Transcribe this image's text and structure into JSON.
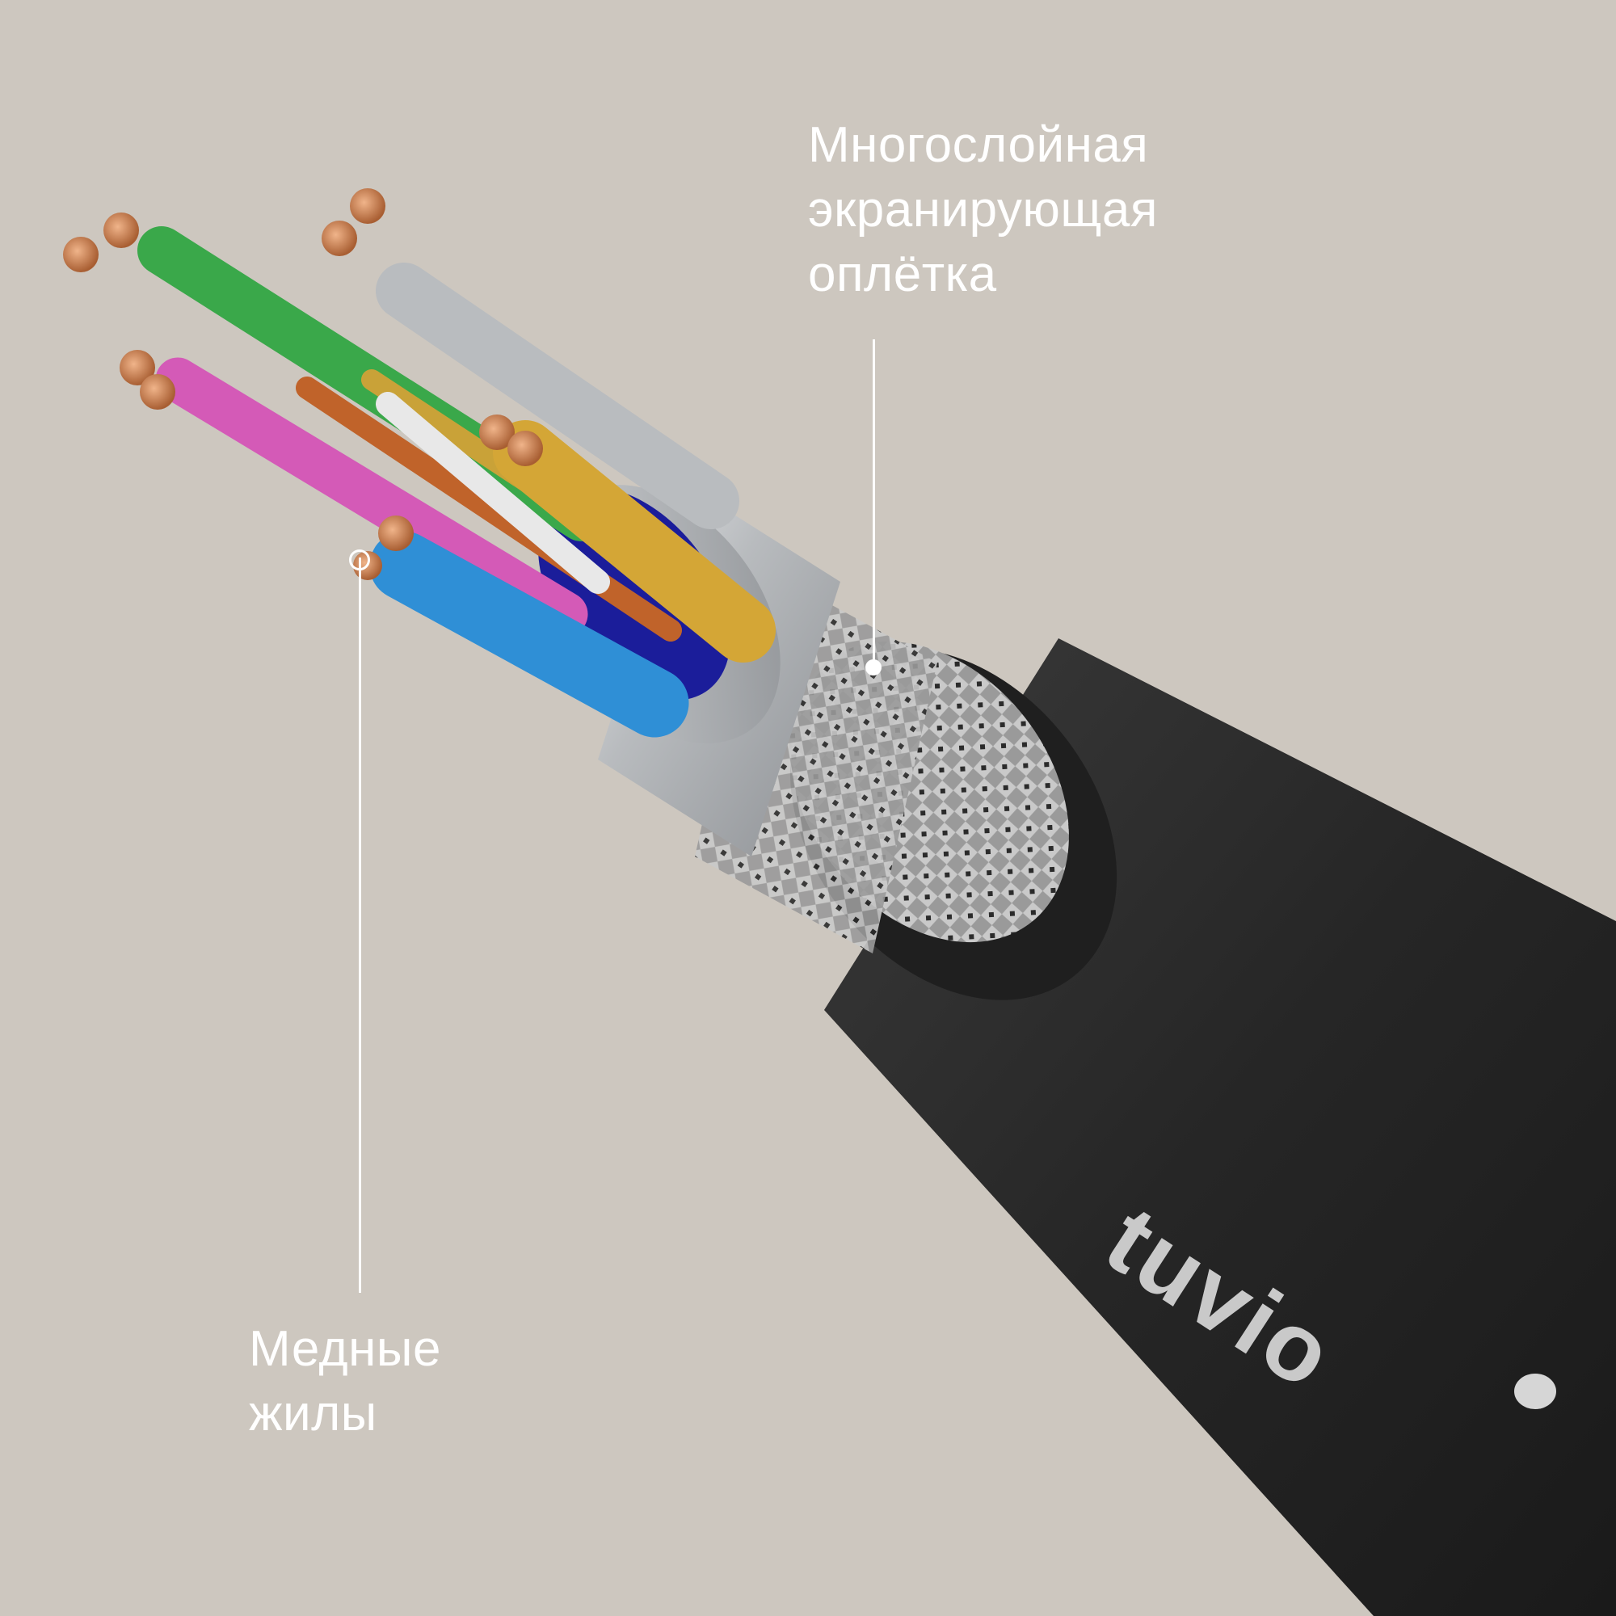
{
  "callouts": {
    "shield": {
      "line1": "Многослойная",
      "line2": "экранирующая",
      "line3": "оплётка"
    },
    "copper": {
      "line1": "Медные",
      "line2": "жилы"
    }
  },
  "brand": {
    "logo_text": "tuvio"
  },
  "colors": {
    "background": "#cdc7bf",
    "jacket": "#2a2a2a",
    "shield_foil": "#c4c6c8",
    "braid": "#8c8c8c",
    "inner_insulation": "#1b1d9a",
    "copper": "#c87a4c"
  }
}
